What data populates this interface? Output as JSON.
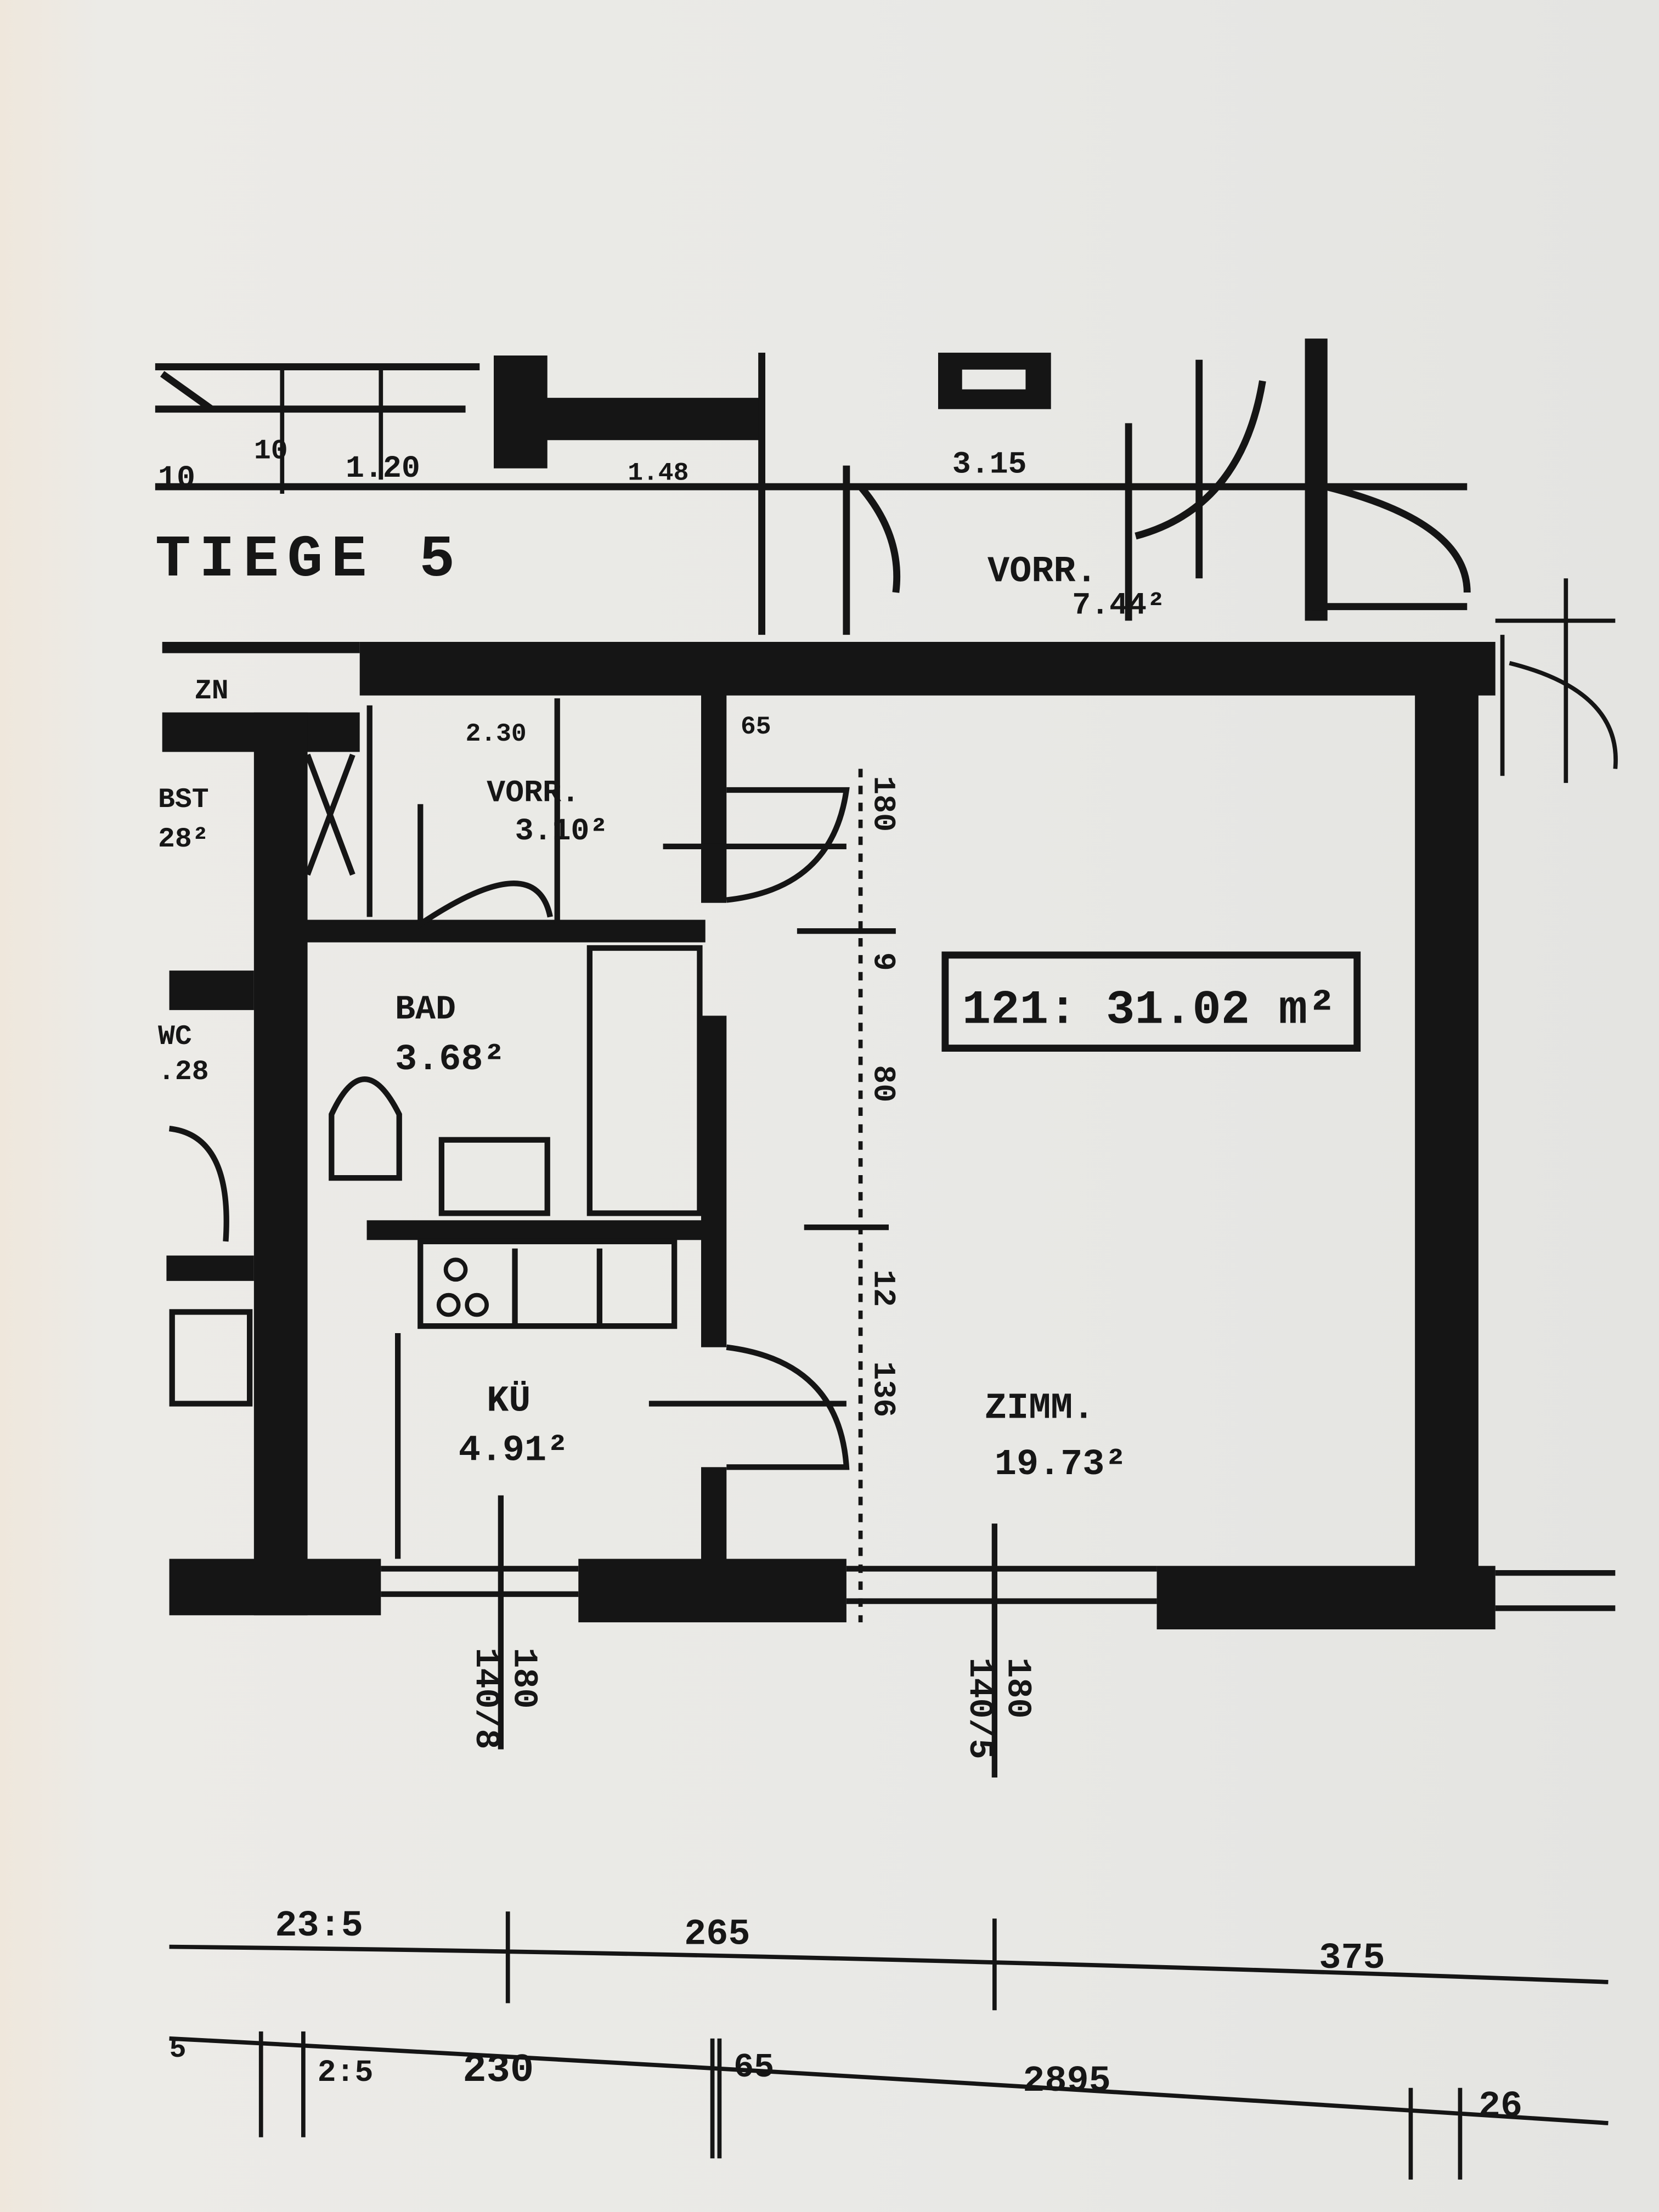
{
  "title": "TIEGE 5",
  "total_area": "121: 31.02 m²",
  "rooms": [
    {
      "name": "VORR.",
      "area": "7.44²"
    },
    {
      "name": "VORR.",
      "area": "3.10²"
    },
    {
      "name": "BAD",
      "area": "3.68²"
    },
    {
      "name": "KÜ",
      "area": "4.91²"
    },
    {
      "name": "ZIMM.",
      "area": "19.73²"
    }
  ],
  "side_labels": {
    "zn": "ZN",
    "bst": "BST",
    "bst_area": "28²",
    "wc": "WC",
    "wc_area": ".28"
  },
  "top_dims": [
    "10",
    "10",
    "1.20",
    "1.48",
    "3.15"
  ],
  "inner_dims": [
    "2.30",
    "65",
    "180",
    "9",
    "80",
    "12",
    "136"
  ],
  "window_dims": [
    {
      "top": "180",
      "bottom": "140/8"
    },
    {
      "top": "180",
      "bottom": "140/5"
    }
  ],
  "dim_row_1": [
    "23:5",
    "265",
    "375"
  ],
  "dim_row_2": [
    "5",
    "2:5",
    "230",
    "65",
    "2895",
    "26"
  ]
}
